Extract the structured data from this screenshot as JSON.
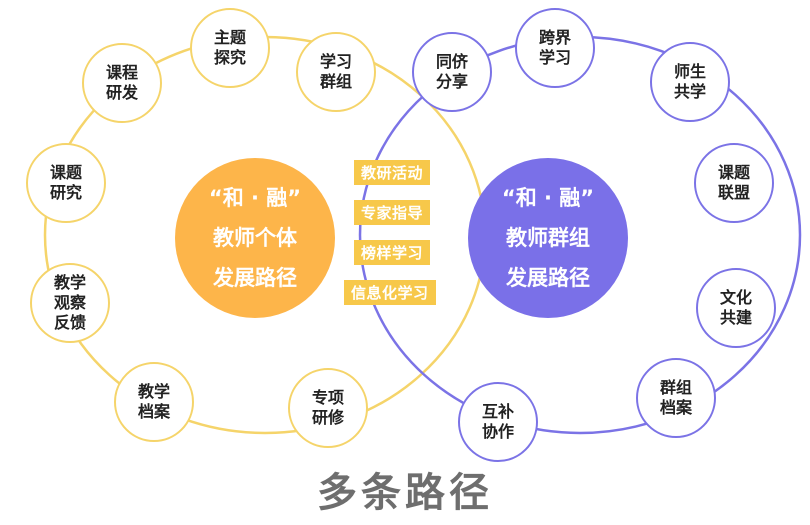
{
  "left_hub": {
    "line1": "“和 · 融”",
    "line2": "教师个体",
    "line3": "发展路径",
    "color": "#fdb54a"
  },
  "right_hub": {
    "line1": "“和 · 融”",
    "line2": "教师群组",
    "line3": "发展路径",
    "color": "#7a70e8"
  },
  "left_nodes": [
    {
      "label": "主题\n探究"
    },
    {
      "label": "学习\n群组"
    },
    {
      "label": "课程\n研发"
    },
    {
      "label": "课题\n研究"
    },
    {
      "label": "教学\n观察\n反馈"
    },
    {
      "label": "教学\n档案"
    },
    {
      "label": "专项\n研修"
    }
  ],
  "right_nodes": [
    {
      "label": "同侪\n分享"
    },
    {
      "label": "跨界\n学习"
    },
    {
      "label": "师生\n共学"
    },
    {
      "label": "课题\n联盟"
    },
    {
      "label": "文化\n共建"
    },
    {
      "label": "群组\n档案"
    },
    {
      "label": "互补\n协作"
    }
  ],
  "center_tags": [
    "教研活动",
    "专家指导",
    "榜样学习",
    "信息化学习"
  ],
  "bottom_title": "多条路径",
  "colors": {
    "left_ring": "#f5d46a",
    "right_ring": "#7b73e6",
    "tag_bg": "#f7c84a",
    "title": "#6e6e6e"
  }
}
